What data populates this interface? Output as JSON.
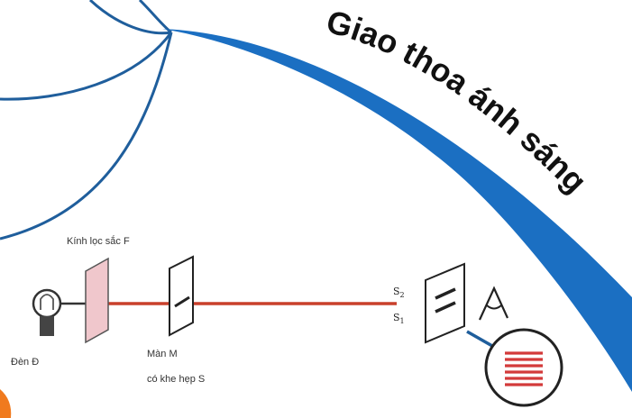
{
  "title": "Giao thoa ánh sáng",
  "labels": {
    "filter": "Kính lọc sắc F",
    "lamp": "Đèn Đ",
    "screen_line1": "Màn M",
    "screen_line2": "có khe hẹp S",
    "s2_base": "S",
    "s2_sub": "2",
    "s1_base": "S",
    "s1_sub": "1"
  },
  "colors": {
    "ribbon": "#1b6fc2",
    "outline": "#1f5e9c",
    "beam": "#c9402c",
    "filter": "#f0c7cc",
    "fringes": "#d33a3a",
    "accent": "#f07a1e"
  },
  "icons": [
    "lamp-icon",
    "eye-icon",
    "magnifier-icon"
  ]
}
